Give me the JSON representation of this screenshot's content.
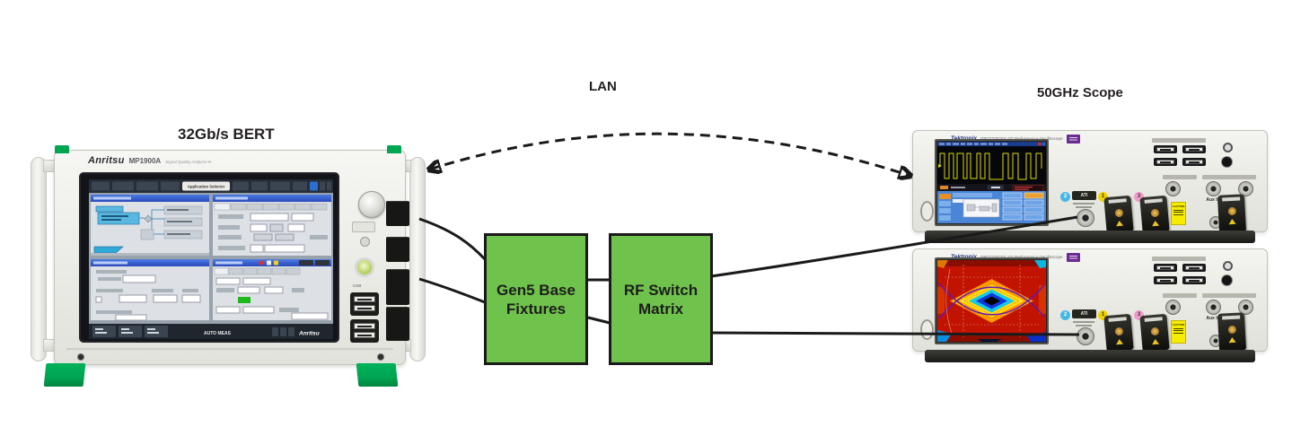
{
  "labels": {
    "bert_title": "32Gb/s BERT",
    "lan": "LAN",
    "scope_title": "50GHz Scope"
  },
  "fixtures_box": {
    "line1": "Gen5 Base",
    "line2": "Fixtures"
  },
  "switch_box": {
    "line1": "RF Switch",
    "line2": "Matrix"
  },
  "bert": {
    "brand": "Anritsu",
    "model": "MP1900A",
    "model_desc": "Signal Quality Analyzer-R",
    "app_selector": "Application Selector",
    "status_text": "AUTO MEAS",
    "screen_brand": "Anritsu",
    "usb_label": "USB"
  },
  "scope": {
    "brand": "Tektronix",
    "model": "DPO77002SX ATI Performance Oscilloscope",
    "ati_label": "ATI",
    "aux_label": "Aux In",
    "caution_label": "CAUTION",
    "ch1": "1",
    "ch2": "2",
    "ch3": "3"
  },
  "colors": {
    "box_fill": "#6fc24c",
    "box_border": "#1a1a1a",
    "cable": "#1a1a1a",
    "anritsu_green": "#00a551",
    "tek_purple": "#6a2c91"
  }
}
